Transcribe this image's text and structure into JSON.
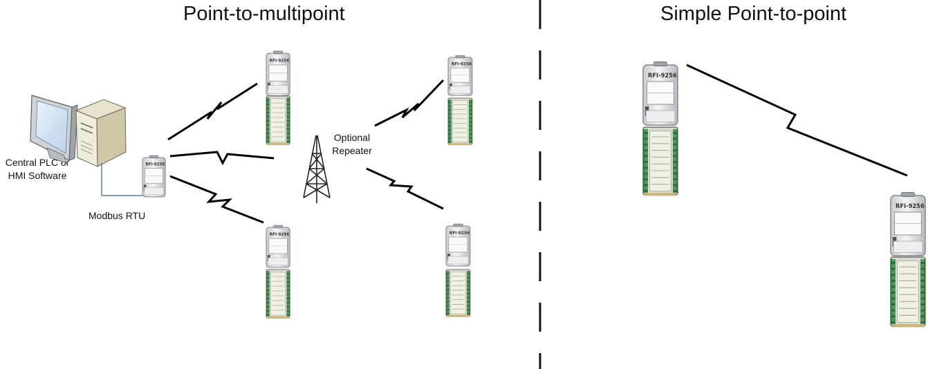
{
  "titles": {
    "left": "Point-to-multipoint",
    "right": "Simple Point-to-point"
  },
  "labels": {
    "host": [
      "Central PLC or",
      "HMI Software"
    ],
    "protocol": "Modbus RTU",
    "repeater": [
      "Optional",
      "Repeater"
    ],
    "radio_model": "RFI-9256"
  }
}
